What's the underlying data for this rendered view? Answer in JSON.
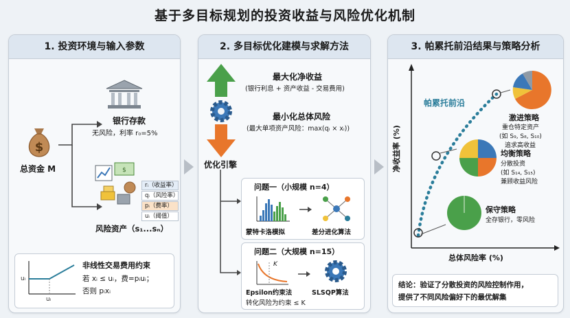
{
  "title": "基于多目标规划的投资收益与风险优化机制",
  "panel1": {
    "header": "1. 投资环境与输入参数",
    "total_capital": "总资金 M",
    "bank_title": "银行存款",
    "bank_desc": "无风险，利率 r₀=5%",
    "params": [
      "rᵢ（收益率）",
      "qᵢ（风险率）",
      "pᵢ（费率）",
      "uᵢ（阈值）"
    ],
    "risk_assets": "风险资产（s₁...sₙ）",
    "fee_title": "非线性交易费用约束",
    "fee_line1": "若 xᵢ ≤ uᵢ，费=pᵢuᵢ；",
    "fee_line2": "否则 pᵢxᵢ",
    "fee_axis_y": "uᵢ",
    "fee_axis_x": "uᵢ"
  },
  "panel2": {
    "header": "2. 多目标优化建模与求解方法",
    "obj1_title": "最大化净收益",
    "obj1_desc": "(银行利息 + 资产收益 - 交易费用)",
    "obj2_title": "最小化总体风险",
    "obj2_desc": "(最大单项资产风险：max(qᵢ × xᵢ))",
    "engine": "优化引擎",
    "prob1_title": "问题一（小规模 n=4）",
    "prob1_m1": "蒙特卡洛模拟",
    "prob1_m2": "差分进化算法",
    "prob2_title": "问题二（大规模 n=15）",
    "prob2_m1": "Epsilon约束法",
    "prob2_m2": "SLSQP算法",
    "prob2_note": "转化风险为约束 ≤ K",
    "k_label": "K"
  },
  "panel3": {
    "header": "3. 帕累托前沿结果与策略分析",
    "pareto_label": "帕累托前沿",
    "y_axis": "净收益率 (%)",
    "x_axis": "总体风险率 (%)",
    "aggressive_title": "激进策略",
    "aggressive_desc": [
      "重仓特定资产",
      "(如 S₉, S₈, S₁₀)",
      "追求高收益"
    ],
    "balanced_title": "均衡策略",
    "balanced_desc": [
      "分散投资",
      "(如 S₁₄, S₁₅)",
      "兼顾收益风险"
    ],
    "conservative_title": "保守策略",
    "conservative_desc": "全存银行，零风险",
    "conclusion_1": "结论：验证了分散投资的风险控制作用，",
    "conclusion_2": "提供了不同风险偏好下的最优解集"
  },
  "colors": {
    "orange": "#e8762b",
    "teal": "#2a7d9a",
    "green": "#4aa04a",
    "yellow": "#f0c23a",
    "blue": "#3b78b8",
    "gray": "#8f9aa5"
  }
}
